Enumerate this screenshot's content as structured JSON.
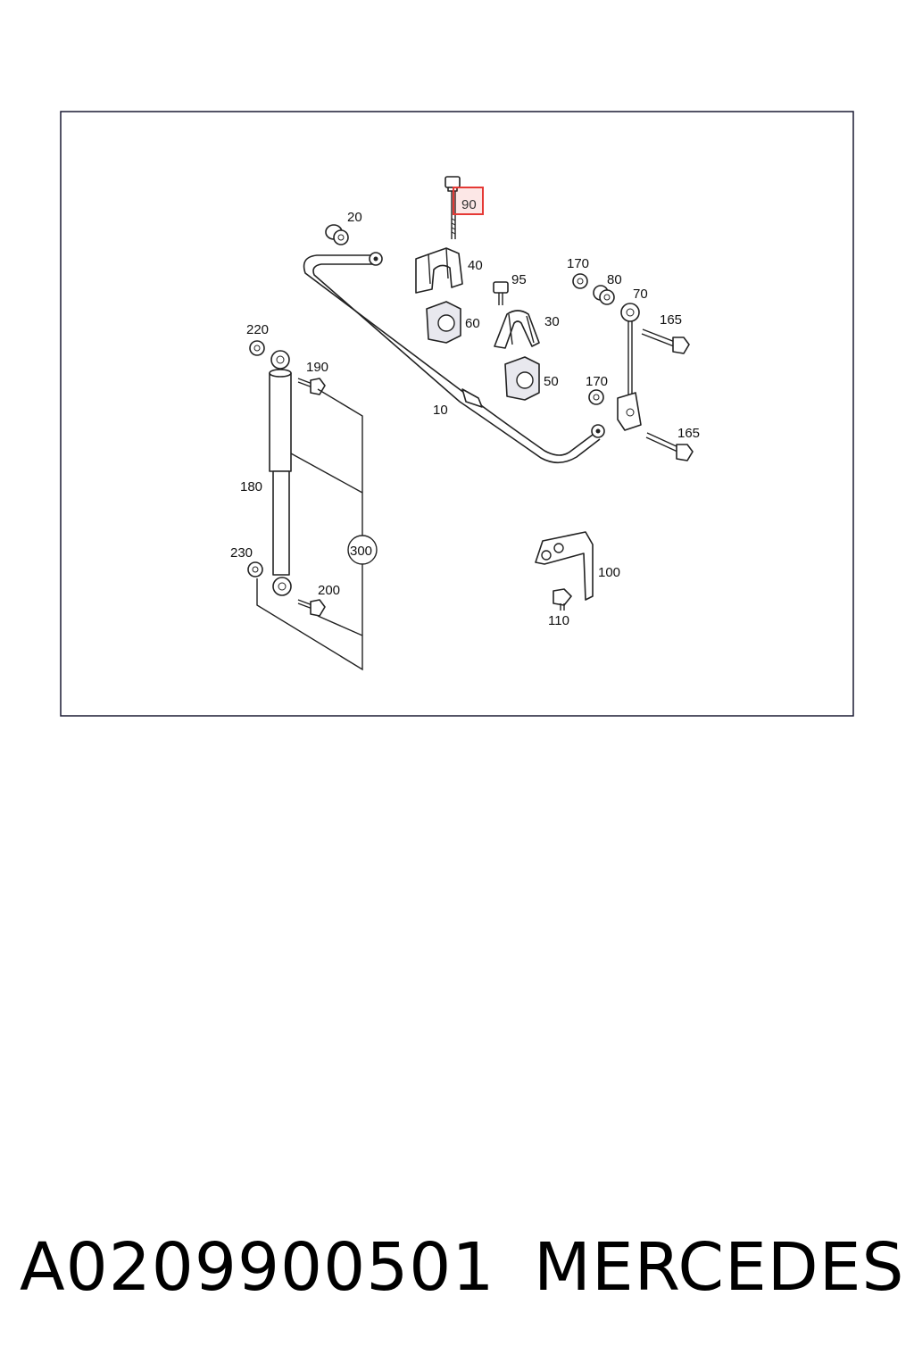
{
  "diagram": {
    "highlighted_label": "90",
    "highlight_color": "#e53935",
    "labels": {
      "p10": "10",
      "p20": "20",
      "p30": "30",
      "p40": "40",
      "p50": "50",
      "p60": "60",
      "p70": "70",
      "p80": "80",
      "p95": "95",
      "p100": "100",
      "p110": "110",
      "p165a": "165",
      "p165b": "165",
      "p170a": "170",
      "p170b": "170",
      "p180": "180",
      "p190": "190",
      "p200": "200",
      "p220": "220",
      "p230": "230",
      "p300": "300"
    }
  },
  "caption": {
    "part_number": "A0209900501",
    "brand": "MERCEDES"
  }
}
